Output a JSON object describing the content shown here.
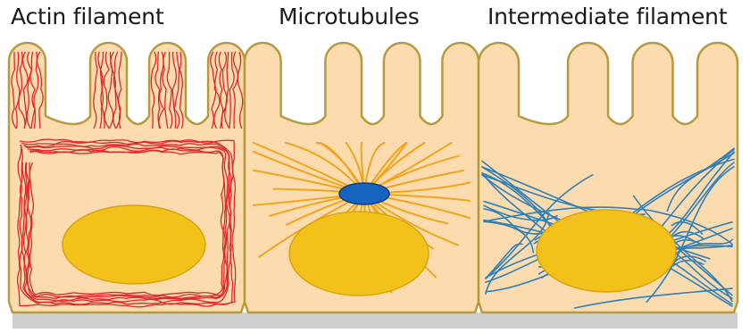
{
  "panels": [
    {
      "key": "actin",
      "title": "Actin filament",
      "color": "#e0262b"
    },
    {
      "key": "micro",
      "title": "Microtubules",
      "color": "#f0a51c",
      "centrosome_color": "#1565c0"
    },
    {
      "key": "inter",
      "title": "Intermediate filament",
      "color": "#2f7fb8"
    }
  ],
  "colors": {
    "cytoplasm": "#fcdcaf",
    "cell_outline": "#b89a3e",
    "nucleus": "#f2c21a",
    "nucleus_outline": "#d9a40e",
    "ground_shadow": "#cfcfcf"
  }
}
